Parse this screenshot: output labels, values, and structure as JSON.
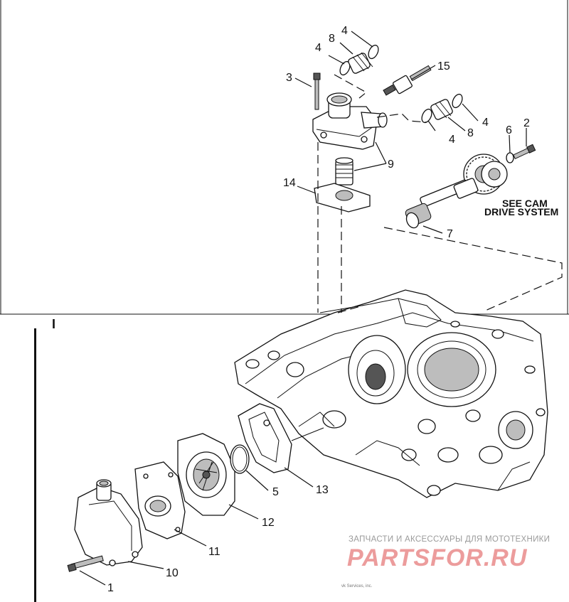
{
  "callouts": {
    "c1": "1",
    "c2": "2",
    "c3": "3",
    "c4a": "4",
    "c4b": "4",
    "c4c": "4",
    "c4d": "4",
    "c5": "5",
    "c6": "6",
    "c7": "7",
    "c8a": "8",
    "c8b": "8",
    "c9": "9",
    "c10": "10",
    "c11": "11",
    "c12": "12",
    "c13": "13",
    "c14": "14",
    "c15": "15"
  },
  "note": {
    "line1": "SEE CAM",
    "line2": "DRIVE SYSTEM"
  },
  "watermark": {
    "tagline": "ЗАПЧАСТИ И АКСЕССУАРЫ ДЛЯ МОТОТЕХНИКИ",
    "brand": "PARTSFOR.RU"
  },
  "copyright": "vk Services, inc.",
  "revision_mark": "I",
  "colors": {
    "line": "#111111",
    "watermark_red": "#ec9c9c",
    "watermark_gray": "#9a9a9a"
  }
}
